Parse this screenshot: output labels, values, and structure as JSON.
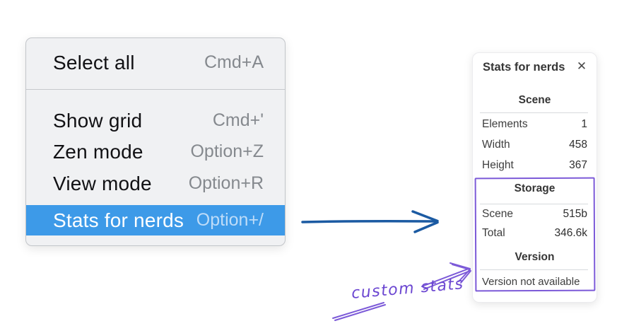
{
  "menu": {
    "items": [
      {
        "label": "Select all",
        "shortcut": "Cmd+A",
        "highlighted": false
      },
      {
        "label": "Show grid",
        "shortcut": "Cmd+'",
        "highlighted": false
      },
      {
        "label": "Zen mode",
        "shortcut": "Option+Z",
        "highlighted": false
      },
      {
        "label": "View mode",
        "shortcut": "Option+R",
        "highlighted": false
      },
      {
        "label": "Stats for nerds",
        "shortcut": "Option+/",
        "highlighted": true
      }
    ]
  },
  "stats_panel": {
    "title": "Stats for nerds",
    "close_icon_glyph": "✕",
    "sections": [
      {
        "header": "Scene",
        "rows": [
          {
            "label": "Elements",
            "value": "1"
          },
          {
            "label": "Width",
            "value": "458"
          },
          {
            "label": "Height",
            "value": "367"
          }
        ]
      },
      {
        "header": "Storage",
        "rows": [
          {
            "label": "Scene",
            "value": "515b"
          },
          {
            "label": "Total",
            "value": "346.6k"
          }
        ]
      },
      {
        "header": "Version",
        "note": "Version not available"
      }
    ]
  },
  "annotation": {
    "label": "custom stats"
  },
  "colors": {
    "menu_highlight": "#3d9ae8",
    "menu_background": "#f0f1f3",
    "arrow_blue": "#1b5aa2",
    "annotation_purple": "#7c5ad8"
  }
}
